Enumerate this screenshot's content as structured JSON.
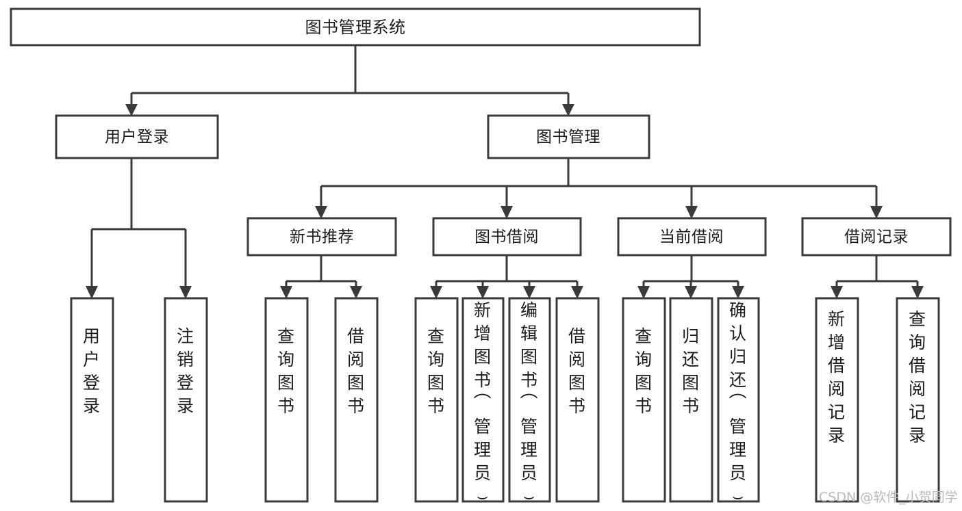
{
  "diagram": {
    "title": "图书管理系统",
    "type": "tree-hierarchy-chart",
    "background_color": "#ffffff",
    "line_color": "#3a3a3a",
    "text_color": "#1b1b1b",
    "root": {
      "label": "图书管理系统"
    },
    "level2": [
      {
        "label": "用户登录"
      },
      {
        "label": "图书管理"
      }
    ],
    "level3": [
      {
        "label": "新书推荐"
      },
      {
        "label": "图书借阅"
      },
      {
        "label": "当前借阅"
      },
      {
        "label": "借阅记录"
      }
    ],
    "leaves": {
      "user_login": [
        {
          "label": "用户登录"
        },
        {
          "label": "注销登录"
        }
      ],
      "new_book_recommend": [
        {
          "label": "查询图书"
        },
        {
          "label": "借阅图书"
        }
      ],
      "book_borrow": [
        {
          "label": "查询图书"
        },
        {
          "label": "新增图书（管理员）"
        },
        {
          "label": "编辑图书（管理员）"
        },
        {
          "label": "借阅图书"
        }
      ],
      "current_borrow": [
        {
          "label": "查询图书"
        },
        {
          "label": "归还图书"
        },
        {
          "label": "确认归还（管理员）"
        }
      ],
      "borrow_record": [
        {
          "label": "新增借阅记录"
        },
        {
          "label": "查询借阅记录"
        }
      ]
    },
    "watermark": "CSDN @软件_小贺同学"
  }
}
